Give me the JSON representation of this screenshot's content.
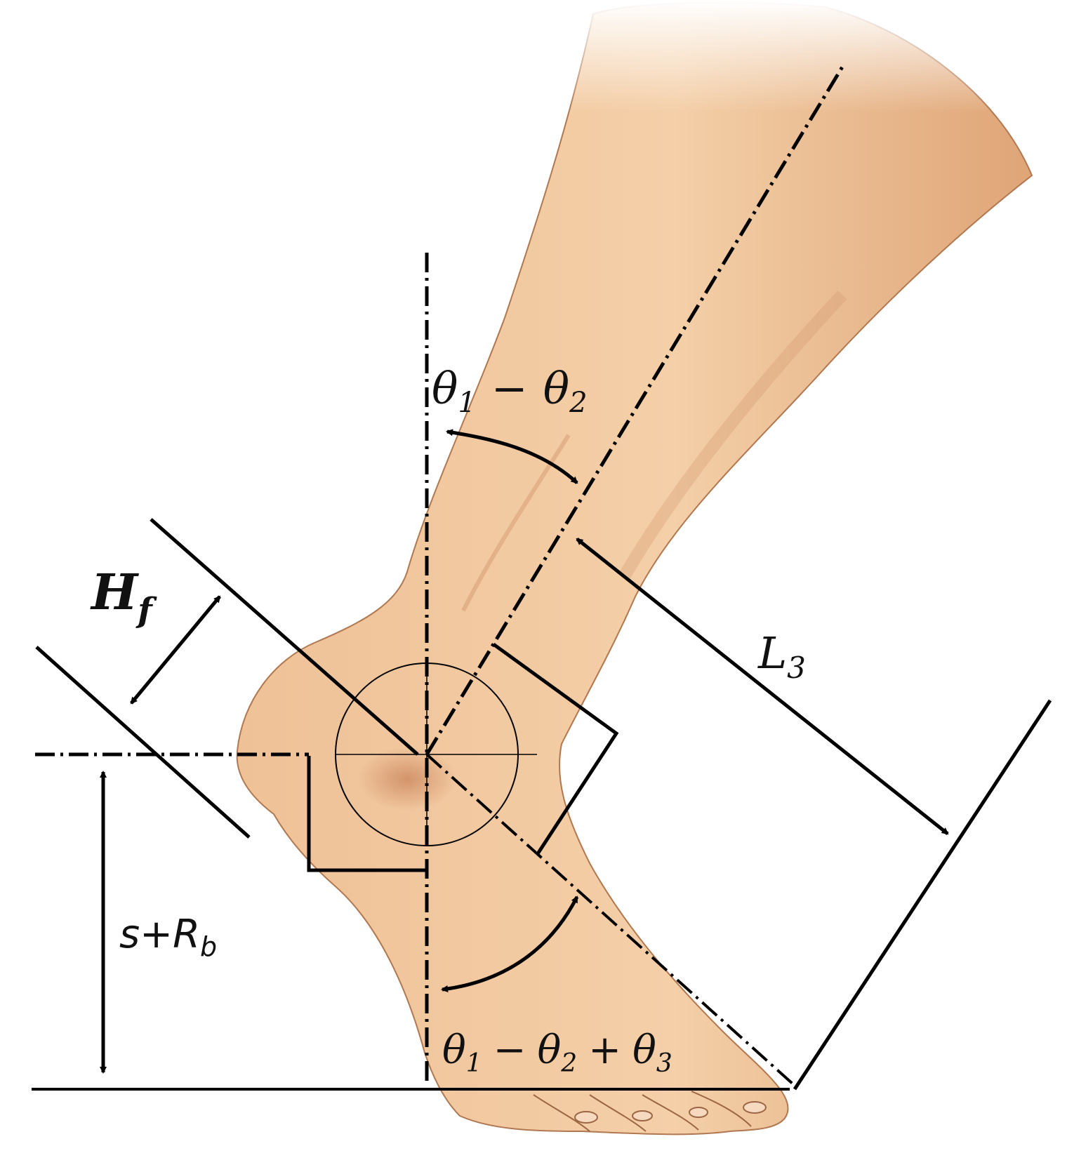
{
  "colors": {
    "skin": "#F0C49B",
    "skin_shadow": "#D99A6E",
    "skin_light": "#F7D6B4",
    "outline": "#8A5A3A",
    "ink": "#000000",
    "background": "#FFFFFF"
  },
  "labels": {
    "theta_top": {
      "a": "θ",
      "a_sub": "1",
      "op": "−",
      "b": "θ",
      "b_sub": "2"
    },
    "theta_bottom": {
      "a": "θ",
      "a_sub": "1",
      "op1": "−",
      "b": "θ",
      "b_sub": "2",
      "op2": "+",
      "c": "θ",
      "c_sub": "3"
    },
    "hf": {
      "main": "H",
      "sub": "f"
    },
    "l3": {
      "main": "L",
      "sub": "3"
    },
    "srb": {
      "main": "s+R",
      "sub": "b"
    }
  }
}
